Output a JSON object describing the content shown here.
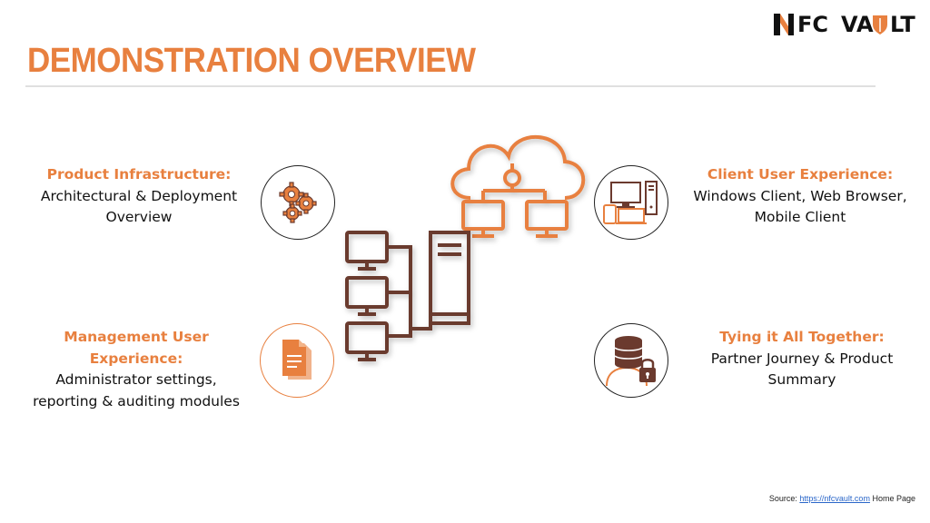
{
  "logo": {
    "text_left": "FC",
    "text_right_a": "VA",
    "text_right_b": "LT"
  },
  "title": "DEMONSTRATION OVERVIEW",
  "sections": {
    "infrastructure": {
      "heading": "Product Infrastructure:",
      "line1": "Architectural & Deployment",
      "line2": "Overview"
    },
    "client": {
      "heading": "Client User Experience:",
      "line1": "Windows Client, Web Browser,",
      "line2": "Mobile Client"
    },
    "management": {
      "heading1": "Management User",
      "heading2": "Experience:",
      "line1": "Administrator settings,",
      "line2": "reporting & auditing modules"
    },
    "together": {
      "heading": "Tying it All Together:",
      "line1": "Partner Journey & Product",
      "line2": "Summary"
    }
  },
  "icons": {
    "infrastructure": "gears-icon",
    "client": "devices-icon",
    "management": "documents-icon",
    "together": "database-user-lock-icon",
    "center": "cloud-network-diagram"
  },
  "source": {
    "label": "Source:",
    "link": "https://nfcvault.com",
    "suffix": "Home Page"
  },
  "colors": {
    "accent": "#e8803f",
    "diagram_brown": "#6b3a2e",
    "text": "#111111"
  }
}
